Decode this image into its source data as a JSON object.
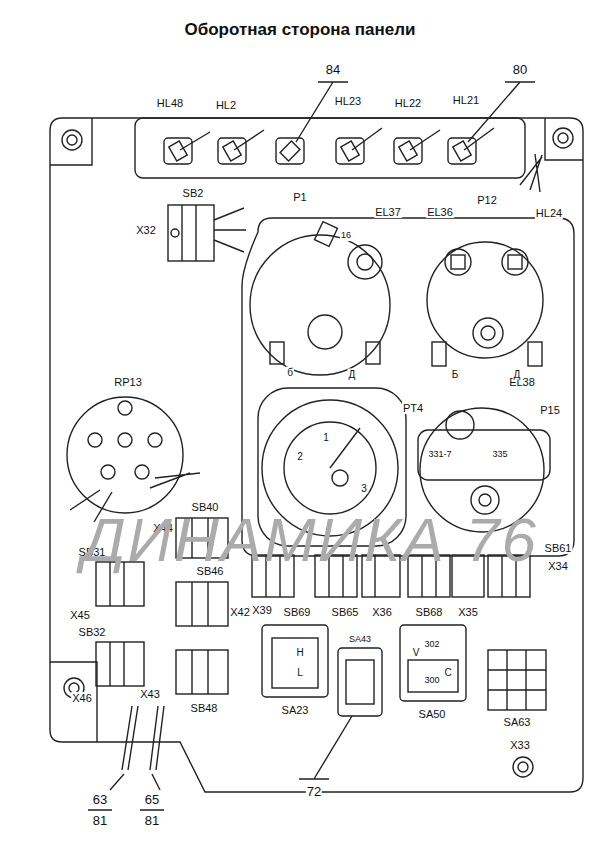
{
  "diagram": {
    "title": "Оборотная сторона панели",
    "labels": [
      "84",
      "80",
      "HL48",
      "HL2",
      "HL23",
      "HL22",
      "HL21",
      "SB2",
      "X32",
      "P1",
      "EL37",
      "EL36",
      "P12",
      "HL24",
      "RP13",
      "PT4",
      "P15",
      "EL38",
      "SB40",
      "X44",
      "SB31",
      "X45",
      "SB46",
      "X42",
      "SB32",
      "X46",
      "SB48",
      "X43",
      "X39",
      "SB69",
      "SB65",
      "X36",
      "SB68",
      "X35",
      "SB61",
      "X34",
      "SA23",
      "SA50",
      "SA63",
      "X33",
      "72",
      "63",
      "81",
      "65",
      "81",
      "ДИНАМИКА 76",
      "б",
      "Д",
      "Б",
      "Д",
      "1",
      "2",
      "3",
      "331-7",
      "335",
      "300",
      "302",
      "H",
      "L",
      "V",
      "C",
      "16",
      "SA43"
    ]
  }
}
